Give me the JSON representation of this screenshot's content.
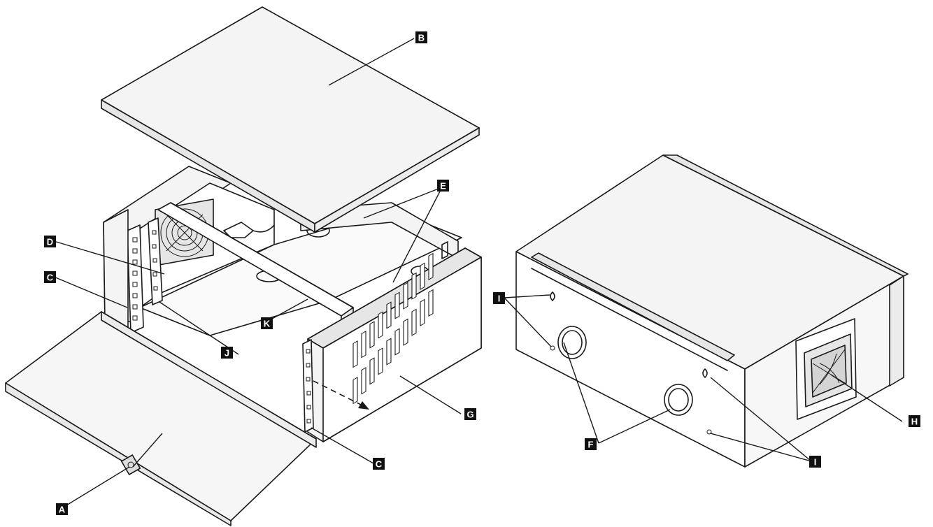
{
  "callouts": {
    "A": "A",
    "B": "B",
    "C": "C",
    "D": "D",
    "E": "E",
    "F": "F",
    "G": "G",
    "H": "H",
    "I": "I",
    "J": "J",
    "K": "K"
  },
  "colors": {
    "line": "#1a1a1a",
    "panel_light": "#f4f4f4",
    "panel_shade": "#e6e6e6",
    "callout_fill": "#111111",
    "callout_text": "#ffffff"
  }
}
